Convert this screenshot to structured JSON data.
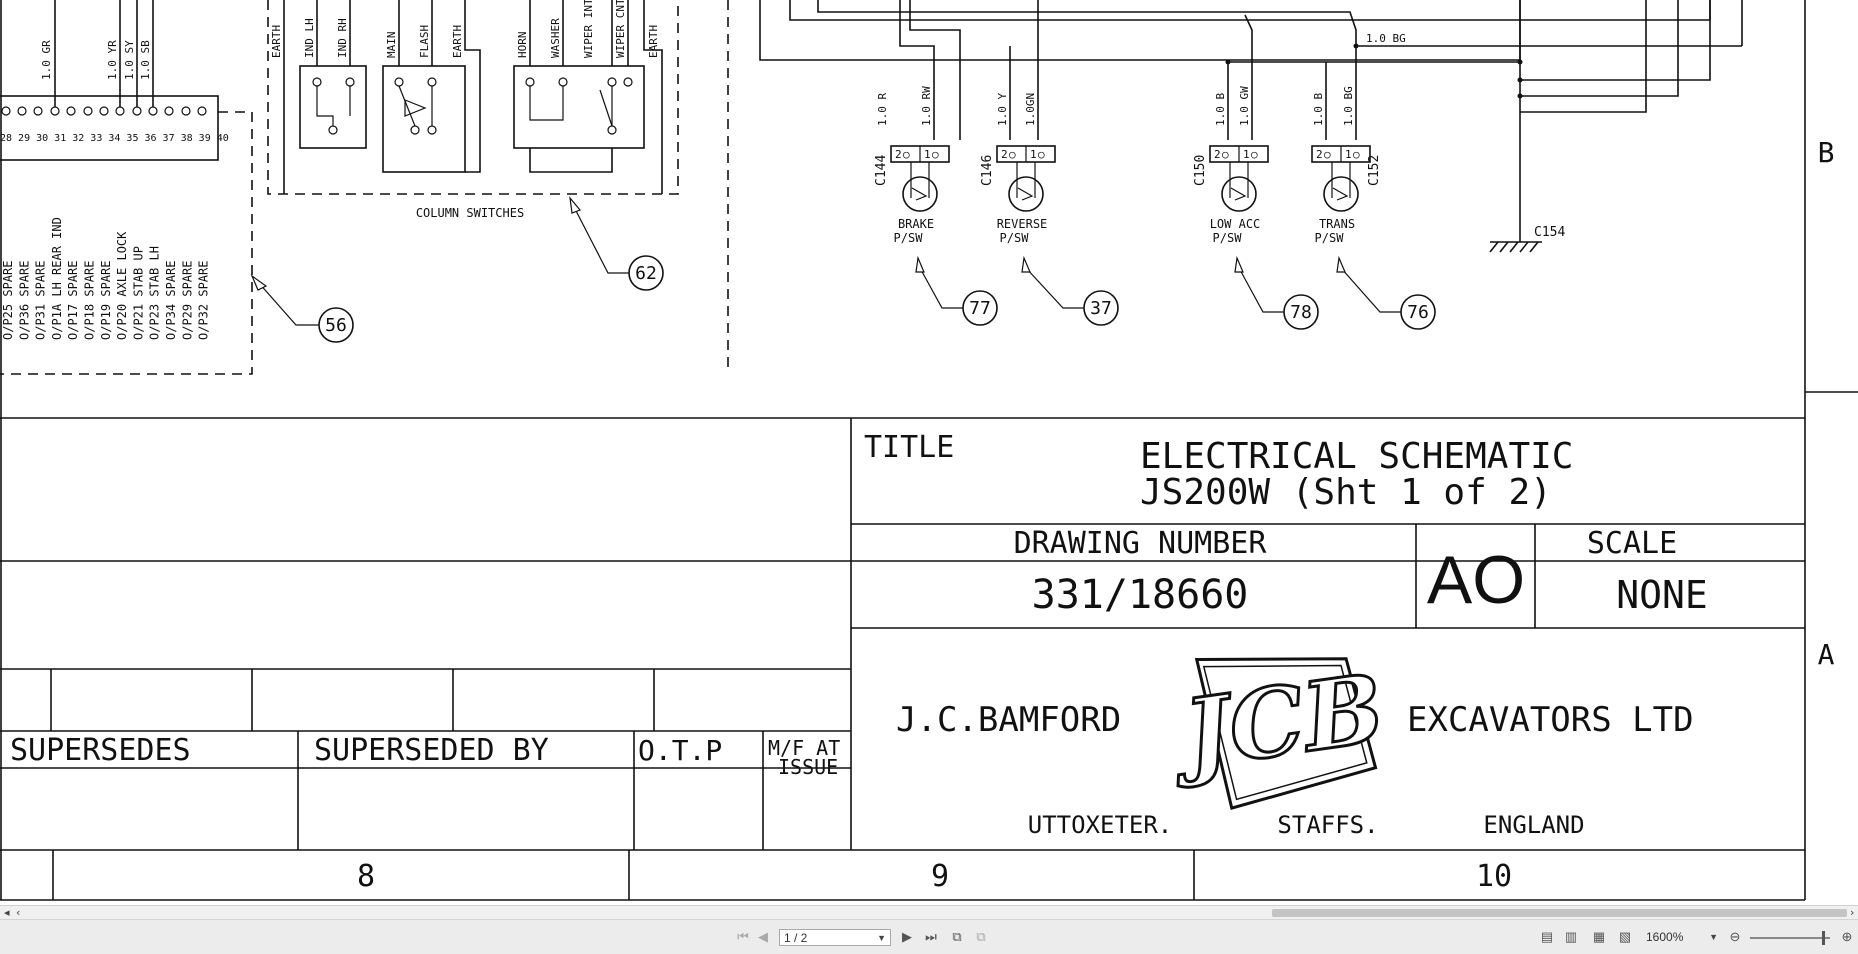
{
  "drawing": {
    "title_label": "TITLE",
    "title_line1": "ELECTRICAL SCHEMATIC",
    "title_line2": "JS200W (Sht 1 of 2)",
    "drawing_number_label": "DRAWING NUMBER",
    "drawing_number": "331/18660",
    "size": "AO",
    "scale_label": "SCALE",
    "scale_value": "NONE",
    "company_left": "J.C.BAMFORD",
    "company_right": "EXCAVATORS LTD",
    "logo_text": "JCB",
    "address": [
      "UTTOXETER.",
      "STAFFS.",
      "ENGLAND"
    ],
    "supersedes_label": "SUPERSEDES",
    "superseded_by_label": "SUPERSEDED BY",
    "otp_label": "O.T.P",
    "mf_label_line1": "M/F AT",
    "mf_label_line2": "ISSUE",
    "zone_columns": [
      "8",
      "9",
      "10"
    ],
    "zone_rows": [
      "B",
      "A"
    ],
    "column_switches_label": "COLUMN SWITCHES",
    "callouts": [
      "62",
      "56",
      "77",
      "37",
      "78",
      "76"
    ],
    "connectors": [
      "C144",
      "C146",
      "C150",
      "C152",
      "C154"
    ],
    "pressure_switches": [
      {
        "line1": "BRAKE",
        "line2": "P/SW",
        "wires": [
          "1.0 R",
          "1.0 RW"
        ]
      },
      {
        "line1": "REVERSE",
        "line2": "P/SW",
        "wires": [
          "1.0 Y",
          "1.0GN"
        ]
      },
      {
        "line1": "LOW ACC",
        "line2": "P/SW",
        "wires": [
          "1.0 B",
          "1.0 GW"
        ]
      },
      {
        "line1": "TRANS",
        "line2": "P/SW",
        "wires": [
          "1.0 B",
          "1.0 BG"
        ]
      }
    ],
    "top_wire_label": "1.0 BG",
    "terminal_numbers": "28 29 30 31 32 33 34 35 36 37 38 39 40",
    "terminal_wire_labels": [
      "1.0 GR",
      "1.0 YR",
      "1.0 SY",
      "1.0 SB"
    ],
    "column_switch_labels": [
      "EARTH",
      "IND LH",
      "IND RH",
      "MAIN",
      "FLASH",
      "EARTH",
      "HORN",
      "WASHER",
      "WIPER INT",
      "WIPER CNT",
      "EARTH"
    ],
    "output_labels": [
      "O/P25 SPARE",
      "O/P36 SPARE",
      "O/P31 SPARE",
      "O/P1A LH REAR IND",
      "O/P17 SPARE",
      "O/P18 SPARE",
      "O/P19 SPARE",
      "O/P20 AXLE LOCK",
      "O/P21 STAB UP",
      "O/P23 STAB LH",
      "O/P34 SPARE",
      "O/P29 SPARE",
      "O/P32 SPARE"
    ]
  },
  "viewer": {
    "page_indicator": "1 / 2",
    "zoom": "1600%",
    "scroll_left_icon": "chevron-left",
    "scroll_right_icon": "chevron-right"
  }
}
